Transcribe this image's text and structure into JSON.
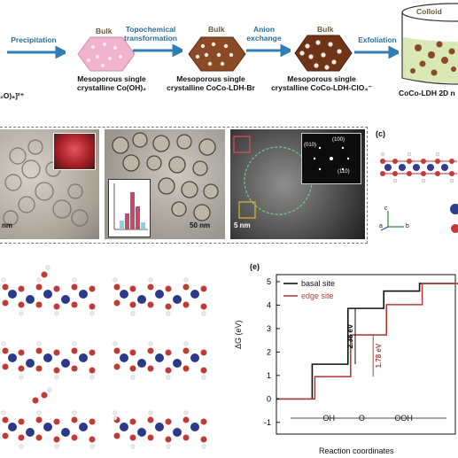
{
  "scheme": {
    "formula_fragment": "₂O)₆]²⁺",
    "steps": [
      {
        "arrow_label": "Precipitation"
      },
      {
        "arrow_label": "Topochemical transformation"
      },
      {
        "arrow_label": "Anion exchange"
      },
      {
        "arrow_label": "Exfoliation"
      }
    ],
    "stages": [
      {
        "tag": "Bulk",
        "caption": "Mesoporous single crystalline Co(OH)₂"
      },
      {
        "tag": "Bulk",
        "caption": "Mesoporous single crystalline CoCo-LDH-Br"
      },
      {
        "tag": "Bulk",
        "caption": "Mesoporous single crystalline CoCo-LDH-ClO₄⁻"
      }
    ],
    "beaker": {
      "tag": "Colloid",
      "caption": "CoCo-LDH 2D n"
    }
  },
  "tem": {
    "scale_1": "nm",
    "scale_2": "50 nm",
    "scale_3": "5 nm",
    "fft_labels": [
      "(010)",
      "(100)",
      "(110)"
    ]
  },
  "panel_c": {
    "label": "(c)",
    "axes": [
      "c",
      "a",
      "b"
    ]
  },
  "energy_chart": {
    "panel": "(e)",
    "ylabel": "ΔG (eV)",
    "xlabel": "Reaction coordinates",
    "ylim": [
      -1.5,
      5.3
    ],
    "yticks": [
      "-1",
      "0",
      "1",
      "2",
      "3",
      "4",
      "5"
    ],
    "steps_text": [
      "OH",
      "O",
      "OOH"
    ],
    "annotations": [
      "2.38 eV",
      "1.78 eV"
    ],
    "colors": {
      "basal": "#111111",
      "edge": "#b2413b"
    }
  },
  "chart_data": {
    "type": "line",
    "title": "",
    "xlabel": "Reaction coordinates",
    "ylabel": "ΔG (eV)",
    "ylim": [
      -1.5,
      5.3
    ],
    "series": [
      {
        "name": "basal site",
        "values": [
          0,
          1.48,
          3.86,
          4.6,
          4.92
        ]
      },
      {
        "name": "edge site",
        "values": [
          0,
          0.95,
          2.73,
          4.02,
          4.92
        ]
      }
    ],
    "grid": false,
    "legend": "top-left"
  }
}
